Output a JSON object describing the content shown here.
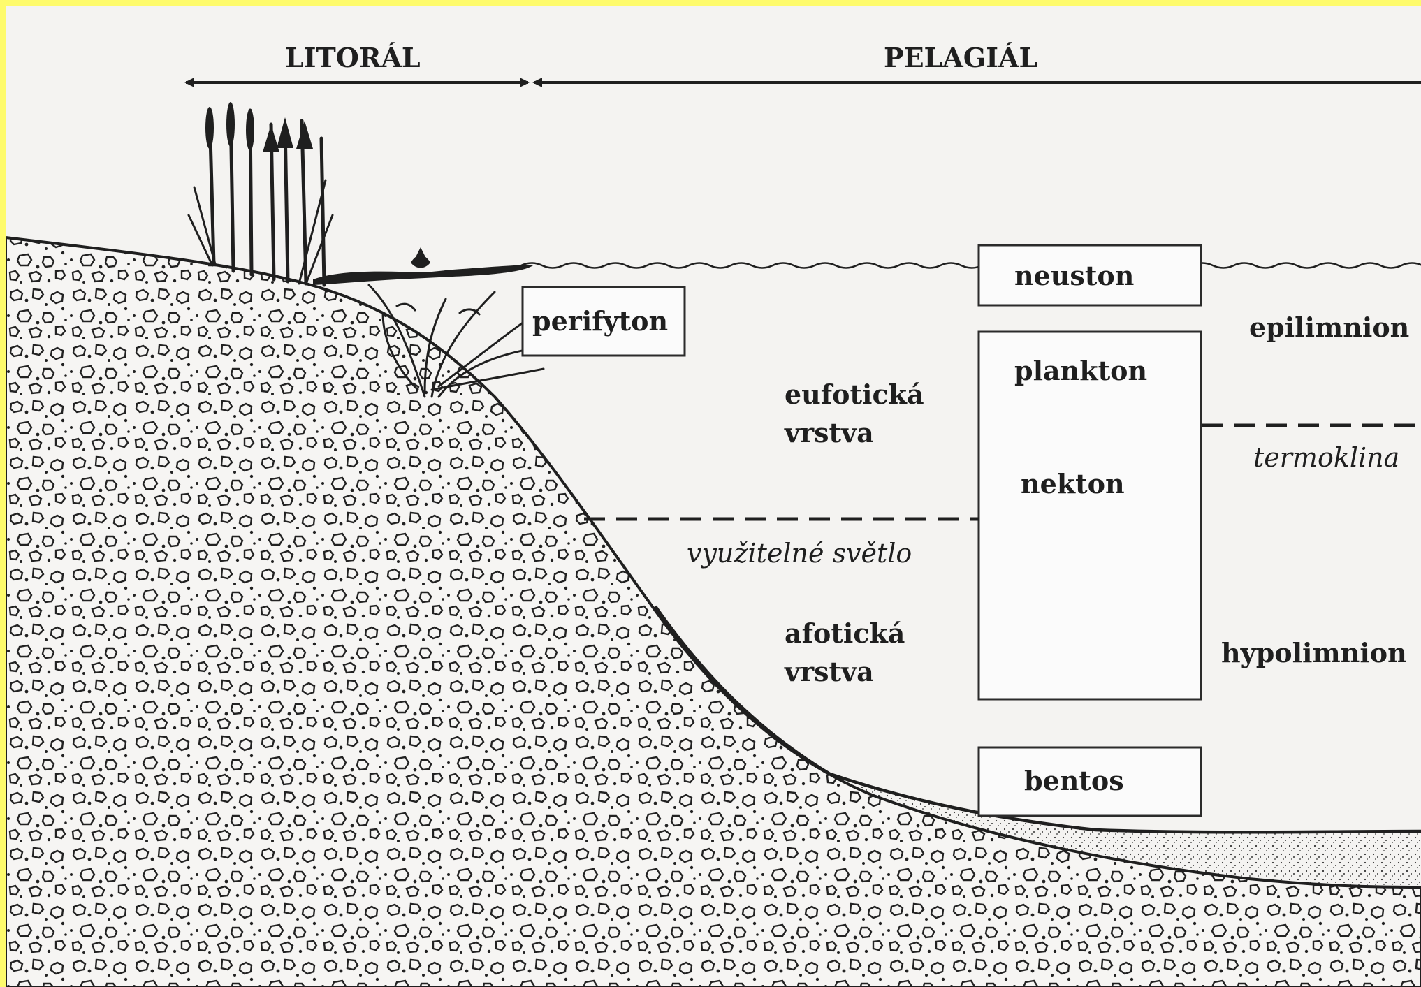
{
  "zones": {
    "litoral": "LITORÁL",
    "pelagial": "PELAGIÁL"
  },
  "communities": {
    "perifyton": "perifyton",
    "neuston": "neuston",
    "plankton": "plankton",
    "nekton": "nekton",
    "bentos": "bentos"
  },
  "light_layers": {
    "eufoticka_1": "eufotická",
    "eufoticka_2": "vrstva",
    "usable_light": "využitelné světlo",
    "afoticka_1": "afotická",
    "afoticka_2": "vrstva"
  },
  "thermal_layers": {
    "epilimnion": "epilimnion",
    "termoklina": "termoklina",
    "hypolimnion": "hypolimnion"
  },
  "colors": {
    "page_border": "#fefb6c",
    "ink": "#1f1f1f",
    "paper": "#f4f3f1"
  }
}
